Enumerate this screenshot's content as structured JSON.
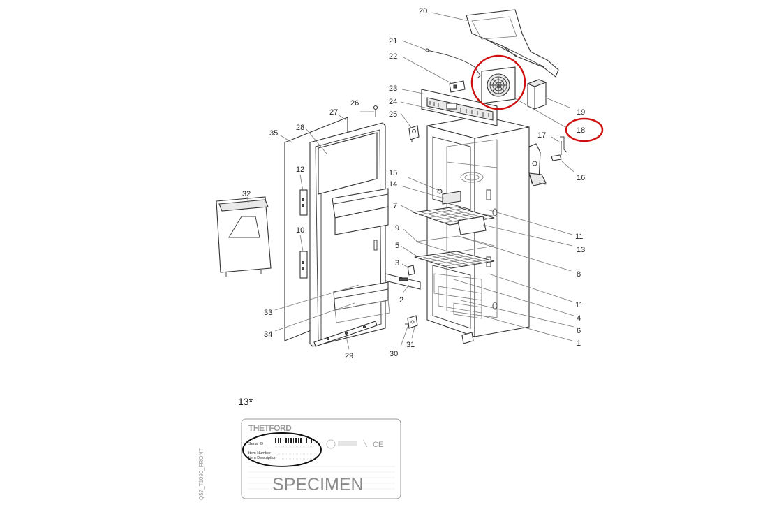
{
  "diagram": {
    "part_numbers": {
      "p1": "1",
      "p2": "2",
      "p3": "3",
      "p4": "4",
      "p5": "5",
      "p6": "6",
      "p7": "7",
      "p8": "8",
      "p9": "9",
      "p10": "10",
      "p11a": "11",
      "p11b": "11",
      "p12": "12",
      "p13": "13",
      "p14": "14",
      "p15": "15",
      "p16": "16",
      "p17": "17",
      "p18": "18",
      "p19": "19",
      "p20": "20",
      "p21": "21",
      "p22": "22",
      "p23": "23",
      "p24": "24",
      "p25": "25",
      "p26": "26",
      "p27": "27",
      "p28": "28",
      "p29": "29",
      "p30": "30",
      "p31": "31",
      "p32": "32",
      "p33": "33",
      "p34": "34",
      "p35": "35"
    },
    "highlight_color": "#d01010"
  },
  "label_detail": {
    "title": "13*",
    "brand": "THETFORD",
    "serial_label": "Serial ID",
    "item_number_label": "Item Number",
    "item_description_label": "Item Description",
    "specimen": "SPECIMEN",
    "side_code": "Q57_T1090_FRONT",
    "cert_mark": "CE"
  }
}
